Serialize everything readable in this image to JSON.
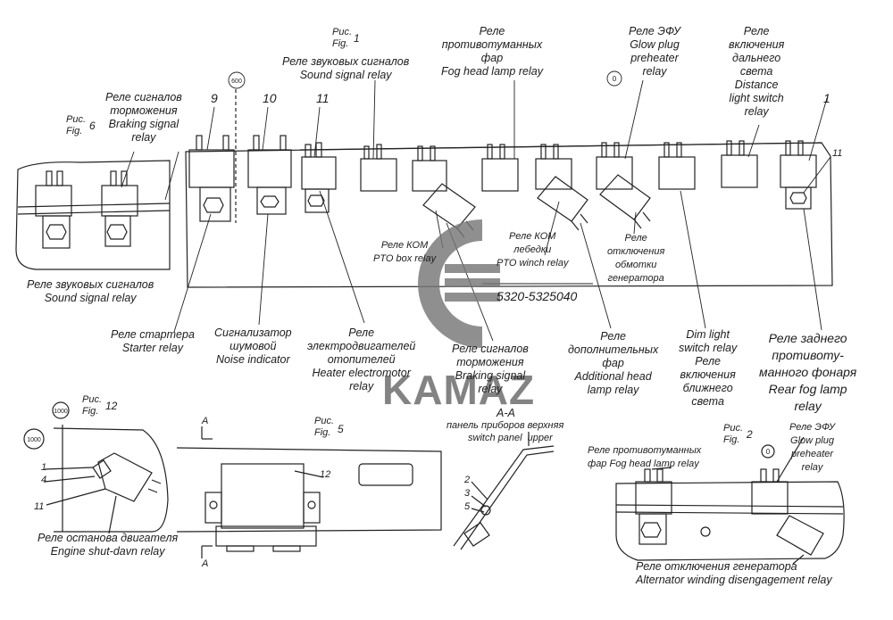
{
  "figures": {
    "fig1": {
      "ru": "Рис.",
      "en": "Fig.",
      "num": "1"
    },
    "fig6": {
      "ru": "Рис.",
      "en": "Fig.",
      "num": "6"
    },
    "fig12": {
      "ru": "Рис.",
      "en": "Fig.",
      "num": "12"
    },
    "fig5": {
      "ru": "Рис.",
      "en": "Fig.",
      "num": "5"
    },
    "fig2": {
      "ru": "Рис.",
      "en": "Fig.",
      "num": "2"
    }
  },
  "labels": {
    "sound_signal_top": "Реле звуковых сигналов\nSound signal relay",
    "fog_head_top": "Реле\nпротивотуманных\nфар\nFog head lamp relay",
    "glow_plug_top": "Реле ЭФУ\nGlow plug\npreheater\nrelay",
    "distance_light": "Реле\nвключения\nдальнего\nсвета\nDistance\nlight switch\nrelay",
    "braking_fig6": "Реле сигналов\nторможения\nBraking signal\nrelay",
    "sound_signal_fig6": "Реле звуковых сигналов\nSound signal relay",
    "starter": "Реле стартера\nStarter relay",
    "noise": "Сигнализатор\nшумовой\nNoise indicator",
    "heater": "Реле\nэлектродвигателей\nотопителей\nHeater electromotor\nrelay",
    "pto_box": "Реле КОМ\nPTO box relay",
    "pto_winch": "Реле КОМ\nлебедки\nPTO winch relay",
    "alt_off_ru": "Реле\nотключения\nобмотки\nгенератора",
    "braking_center": "Реле сигналов\nторможения\nBraking signal\nrelay",
    "additional_head": "Реле\nдополнительных\nфар\nAdditional head\nlamp relay",
    "dim_light": "Dim light\nswitch relay\nРеле\nвключения\nближнего\nсвета",
    "rear_fog": "Реле заднего\nпротивоту-\nманного фонаря\nRear fog lamp\nrelay",
    "engine_shutdown": "Реле останова двигателя\nEngine shut-davn relay",
    "section_aa": "А-А",
    "panel_ru": "панель приборов верхняя",
    "panel_en": "switch panel  upper",
    "fog_fig2": "Реле противотуманных\nфар Fog head lamp relay",
    "glow_fig2": "Реле ЭФУ\nGlow plug\npreheater\nrelay",
    "alt_winding": "Реле отключения генератора\nAlternator winding disengagement relay"
  },
  "numbers": {
    "n9": "9",
    "n10": "10",
    "n11_top": "11",
    "n1_top": "1",
    "n11_right": "11",
    "n12": "12",
    "n1_f12": "1",
    "n4_f12": "4",
    "n11_f12": "11",
    "n2_aa": "2",
    "n3_aa": "3",
    "n5_aa": "5",
    "a_top": "А",
    "a_bottom": "А"
  },
  "refs": {
    "r600": "600",
    "r0_top": "0",
    "r1000_a": "1000",
    "r1000_b": "1000",
    "r0_fig2": "0"
  },
  "part_number": "5320-5325040",
  "watermark": "KAMAZ"
}
